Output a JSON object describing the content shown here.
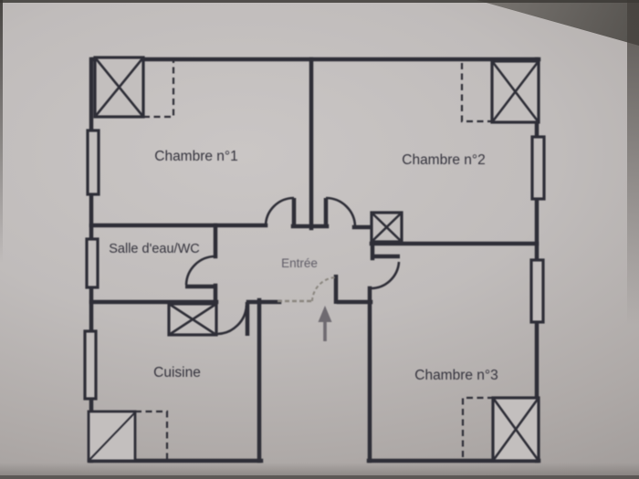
{
  "plan": {
    "type": "apartment-floor-plan",
    "rooms": [
      {
        "id": "chambre-1",
        "label": "Chambre n°1"
      },
      {
        "id": "chambre-2",
        "label": "Chambre n°2"
      },
      {
        "id": "salle-eau-wc",
        "label": "Salle d'eau/WC"
      },
      {
        "id": "entree",
        "label": "Entrée"
      },
      {
        "id": "cuisine",
        "label": "Cuisine"
      },
      {
        "id": "chambre-3",
        "label": "Chambre n°3"
      }
    ],
    "entrance_arrow": {
      "direction": "up",
      "meaning": "entrance into Entrée"
    },
    "symbols": {
      "x_box": "duct-or-closet-crossed-box",
      "double_rect": "window",
      "arc": "door-swing",
      "dashed_rect": "clearance-outline",
      "diag_square": "shower-tray"
    },
    "colors": {
      "wall": "#2e2e37",
      "paper": "#c3bfbe",
      "label": "#34333d",
      "entree_label": "#605d67",
      "sketch": "#8a867f",
      "arrow": "#6e6a70"
    }
  }
}
